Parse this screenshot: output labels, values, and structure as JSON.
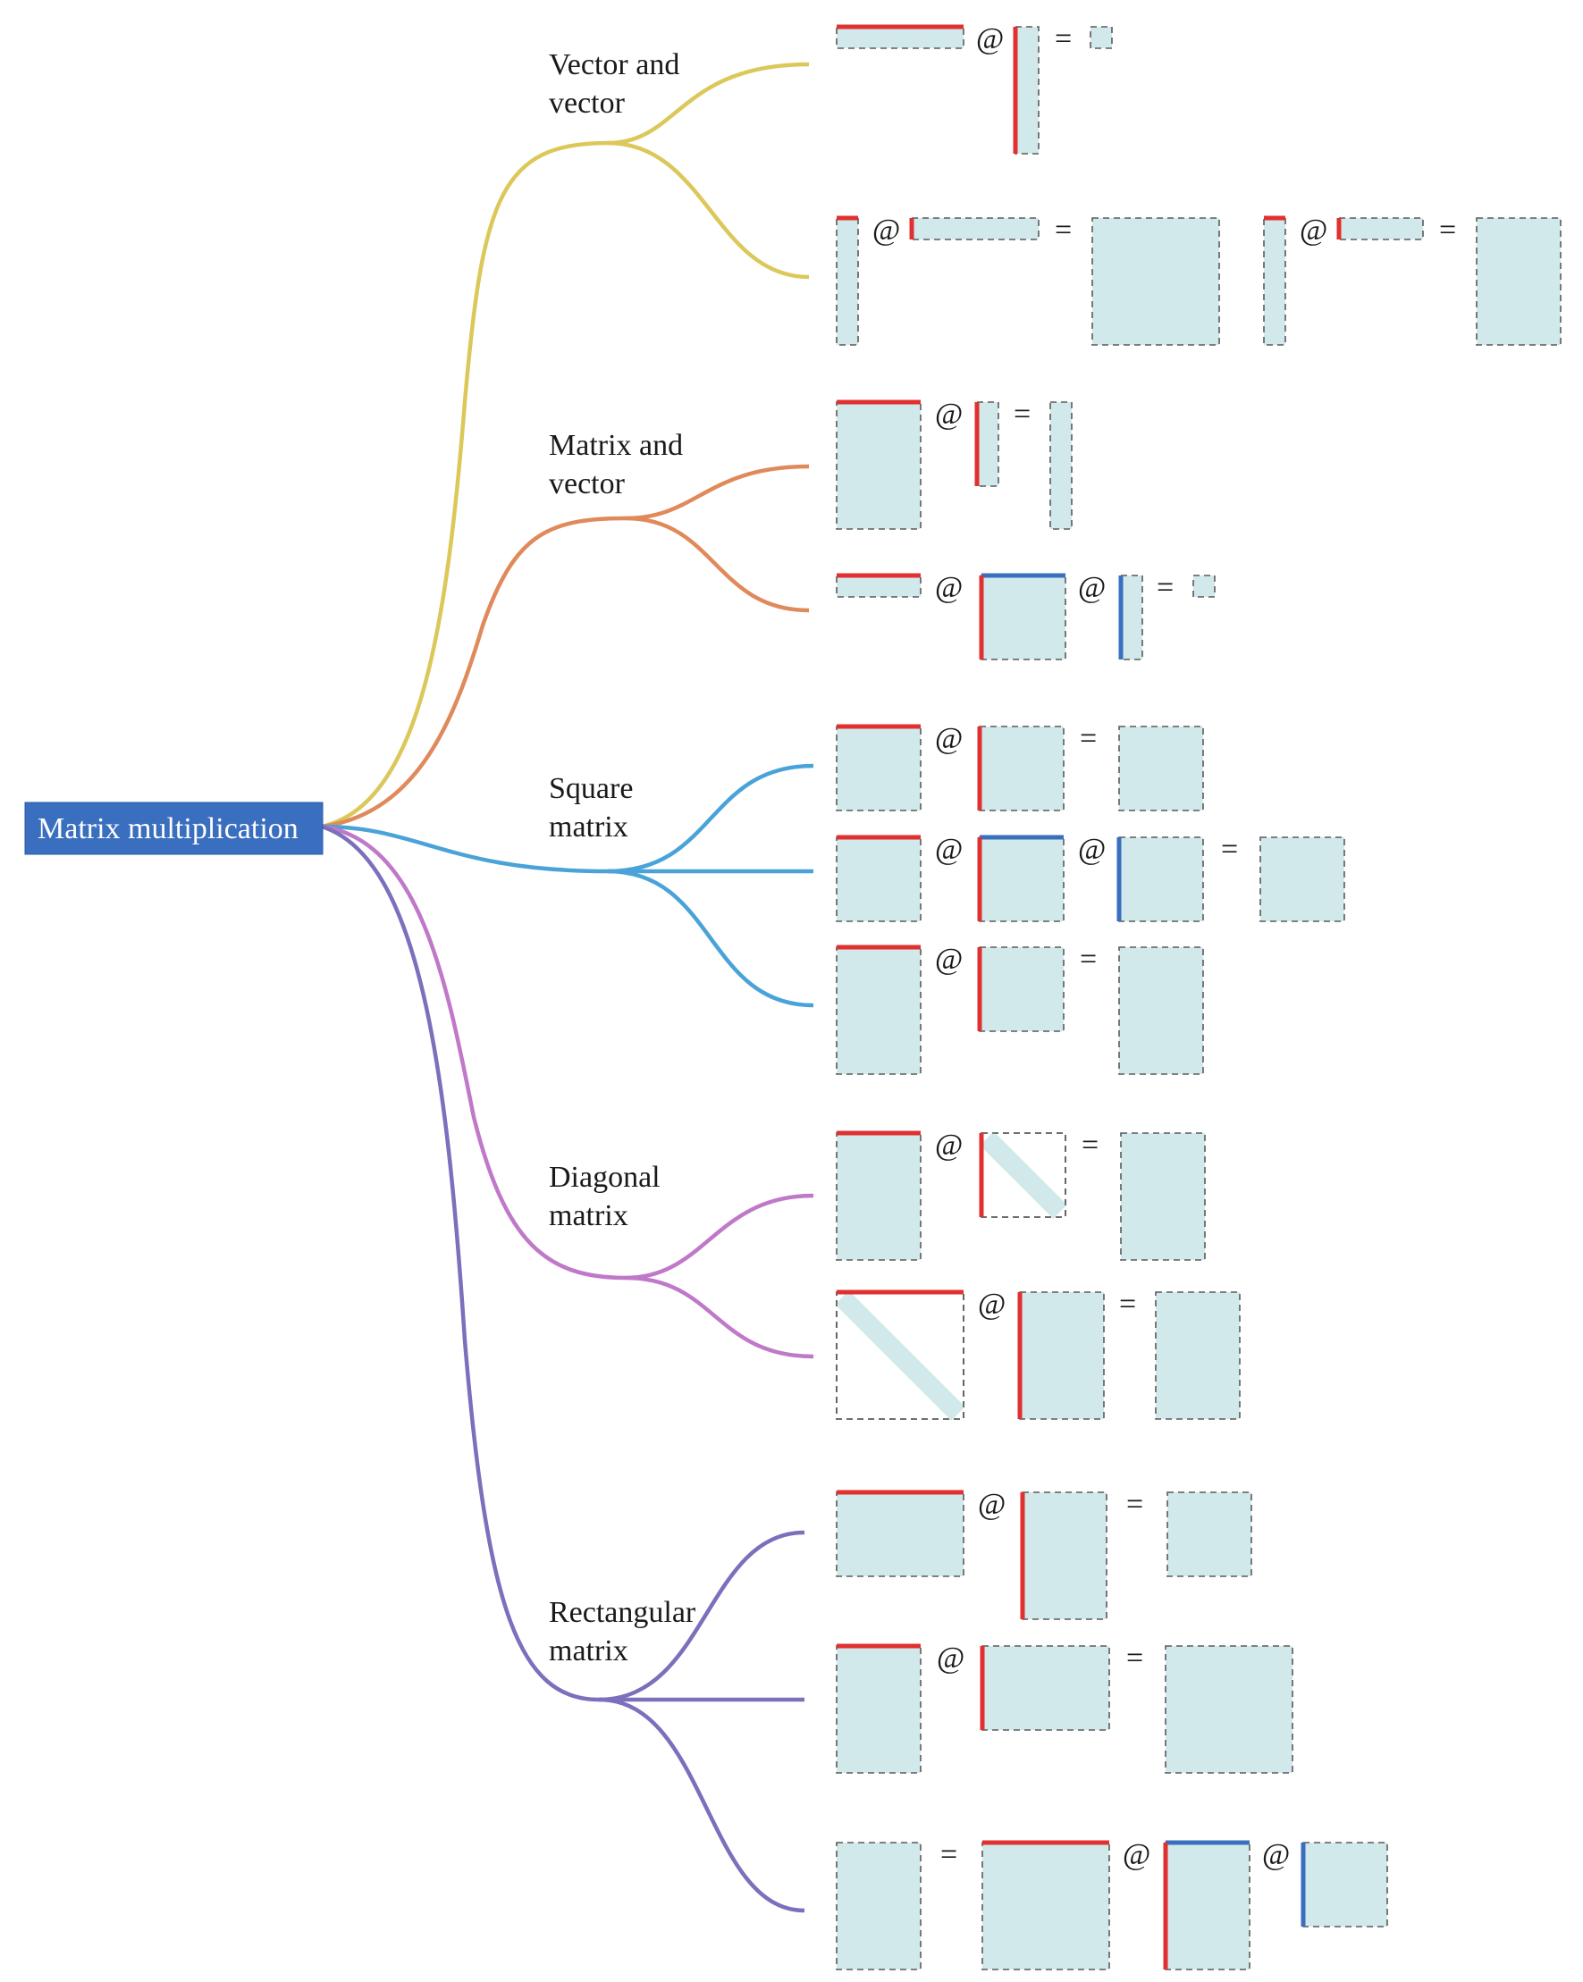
{
  "colors": {
    "root_bg": "#3a6fbf",
    "matrix_fill": "#d1e9ea",
    "row_highlight": "#e03030",
    "col_highlight": "#3a6fbf",
    "branch_vector": "#dcc85a",
    "branch_matrix_vector": "#e08a5c",
    "branch_square": "#4aa3d8",
    "branch_diagonal": "#c078c8",
    "branch_rectangular": "#7a70bc"
  },
  "root": {
    "label": "Matrix multiplication"
  },
  "categories": [
    {
      "id": "vector",
      "line1": "Vector and",
      "line2": "vector"
    },
    {
      "id": "matvec",
      "line1": "Matrix and",
      "line2": "vector"
    },
    {
      "id": "square",
      "line1": "Square",
      "line2": "matrix"
    },
    {
      "id": "diagonal",
      "line1": "Diagonal",
      "line2": "matrix"
    },
    {
      "id": "rect",
      "line1": "Rectangular",
      "line2": "matrix"
    }
  ],
  "symbols": {
    "matmul": "@",
    "equals": "="
  }
}
